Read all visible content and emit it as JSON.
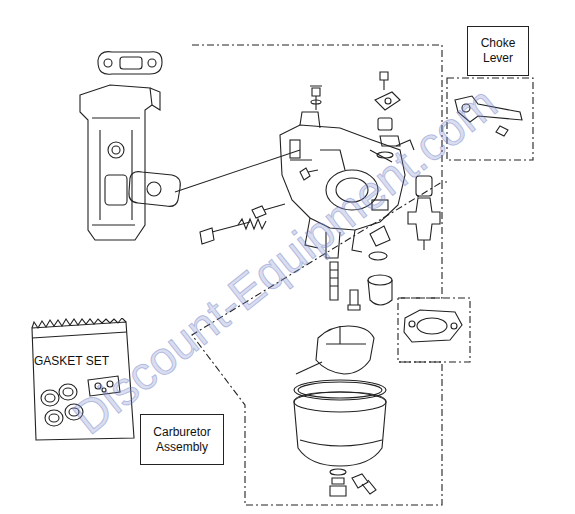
{
  "diagram": {
    "nodes": [
      {
        "text": [
          "Choke Lever"
        ]
      },
      {
        "text": [
          "GASKET SET"
        ]
      },
      {
        "text": [
          "Carburetor Assembly"
        ]
      }
    ],
    "labels": [
      "Discount-Equipment.com"
    ]
  }
}
